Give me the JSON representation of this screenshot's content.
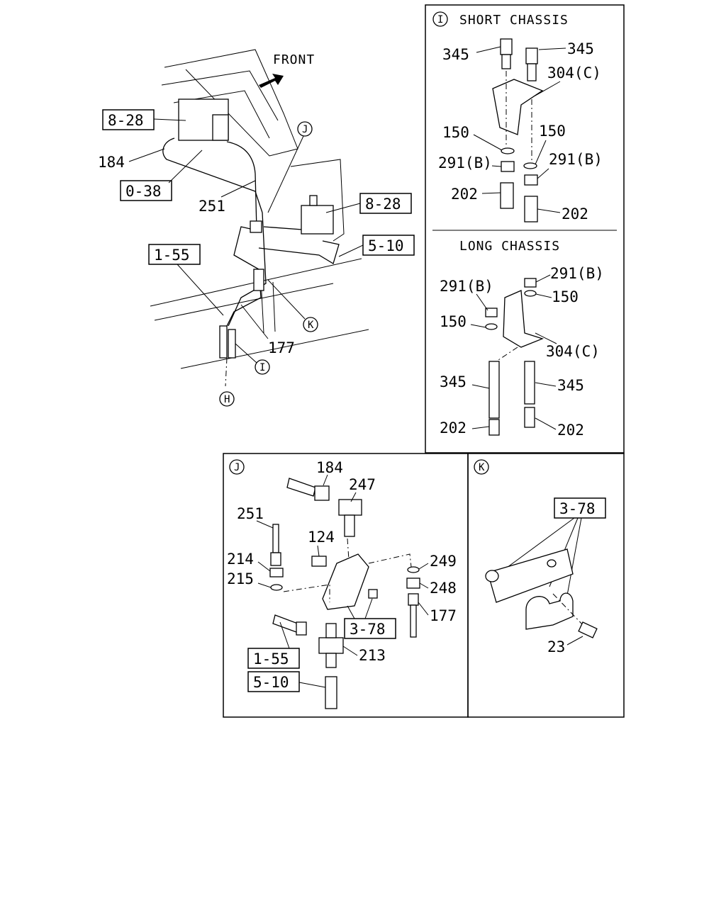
{
  "front_label": "FRONT",
  "callouts": {
    "H": "H",
    "I": "I",
    "J": "J",
    "K": "K"
  },
  "main": {
    "ref_8_28_a": "8-28",
    "ref_0_38": "0-38",
    "ref_8_28_b": "8-28",
    "ref_5_10": "5-10",
    "ref_1_55": "1-55",
    "p184": "184",
    "p251": "251",
    "p177": "177"
  },
  "panel_i": {
    "short_title": "SHORT CHASSIS",
    "long_title": "LONG CHASSIS",
    "s_345_l": "345",
    "s_345_r": "345",
    "s_304c": "304(C)",
    "s_150_l": "150",
    "s_150_r": "150",
    "s_291b_l": "291(B)",
    "s_291b_r": "291(B)",
    "s_202_l": "202",
    "s_202_r": "202",
    "l_291b_r": "291(B)",
    "l_291b_l": "291(B)",
    "l_150_r": "150",
    "l_150_l": "150",
    "l_304c": "304(C)",
    "l_345_l": "345",
    "l_345_r": "345",
    "l_202_l": "202",
    "l_202_r": "202"
  },
  "panel_j": {
    "p184": "184",
    "p247": "247",
    "p251": "251",
    "p124": "124",
    "p214": "214",
    "p215": "215",
    "p249": "249",
    "p248": "248",
    "p177": "177",
    "p213": "213",
    "ref_3_78": "3-78",
    "ref_1_55": "1-55",
    "ref_5_10": "5-10"
  },
  "panel_k": {
    "ref_3_78": "3-78",
    "p23": "23"
  }
}
